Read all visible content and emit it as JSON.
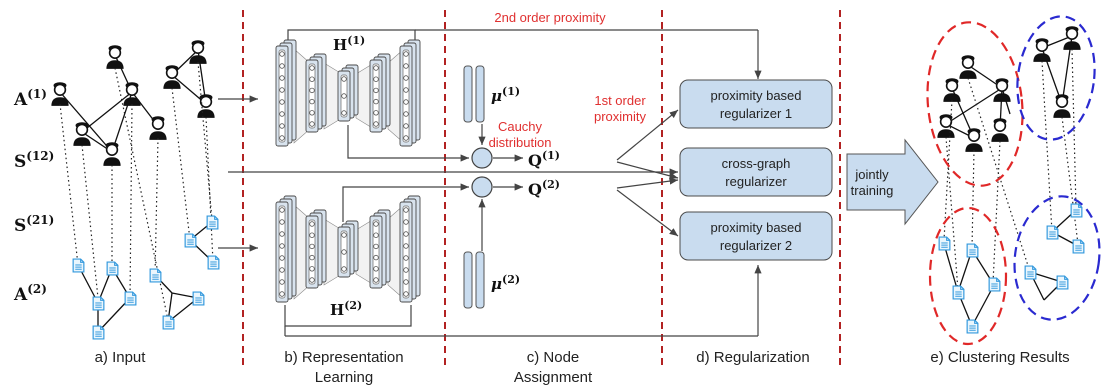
{
  "panels": {
    "a": "a) Input",
    "b_line1": "b) Representation",
    "b_line2": "Learning",
    "c_line1": "c) Node",
    "c_line2": "Assignment",
    "d": "d) Regularization",
    "e": "e) Clustering Results"
  },
  "matrices": {
    "a1_base": "A",
    "a1_sup": "(1)",
    "s12_base": "S",
    "s12_sup": "(12)",
    "s21_base": "S",
    "s21_sup": "(21)",
    "a2_base": "A",
    "a2_sup": "(2)"
  },
  "encoders": {
    "h1_base": "H",
    "h1_sup": "(1)",
    "h2_base": "H",
    "h2_sup": "(2)"
  },
  "assignment": {
    "mu1_base": "μ",
    "mu1_sup": "(1)",
    "mu2_base": "μ",
    "mu2_sup": "(2)",
    "q1_base": "Q",
    "q1_sup": "(1)",
    "q2_base": "Q",
    "q2_sup": "(2)",
    "cauchy_line1": "Cauchy",
    "cauchy_line2": "distribution"
  },
  "proximity": {
    "second_order": "2nd order proximity",
    "first_line1": "1st order",
    "first_line2": "proximity"
  },
  "regularizers": [
    {
      "line1": "proximity based",
      "line2": "regularizer 1"
    },
    {
      "line1": "cross-graph",
      "line2": "regularizer"
    },
    {
      "line1": "proximity based",
      "line2": "regularizer 2"
    }
  ],
  "training": {
    "line1": "jointly",
    "line2": "training"
  },
  "colors": {
    "divider": "#b22222",
    "accent_red": "#e03030",
    "cluster_red": "#e02828",
    "cluster_blue": "#2a2ad0",
    "box_fill": "#c9dcef",
    "doc_icon": "#3399dd"
  }
}
